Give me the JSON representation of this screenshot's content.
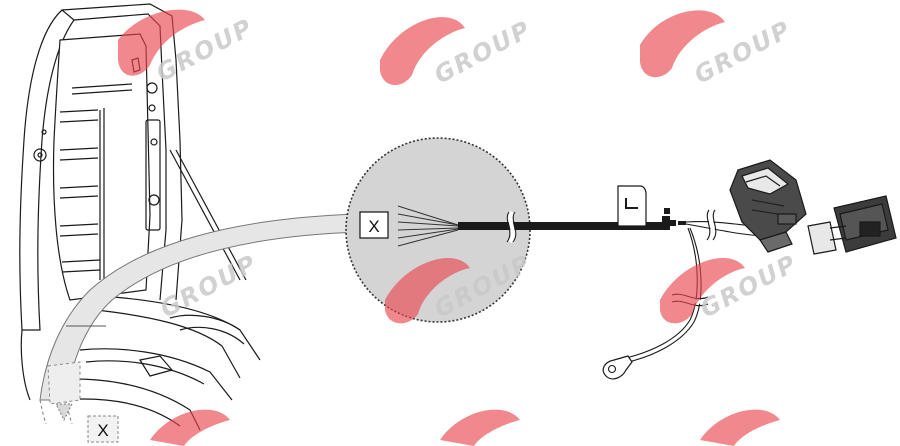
{
  "callouts": {
    "main_label": "X",
    "lower_label": "X"
  },
  "watermark": {
    "group_word": "GROUP",
    "brand_color": "#e8454f",
    "word_color": "#c9c9c9"
  },
  "colors": {
    "line": "#1a1a1a",
    "magnifier_fill": "#d4d4d4",
    "loom_fill": "#e6e6e6",
    "loom_stroke": "#777777"
  }
}
